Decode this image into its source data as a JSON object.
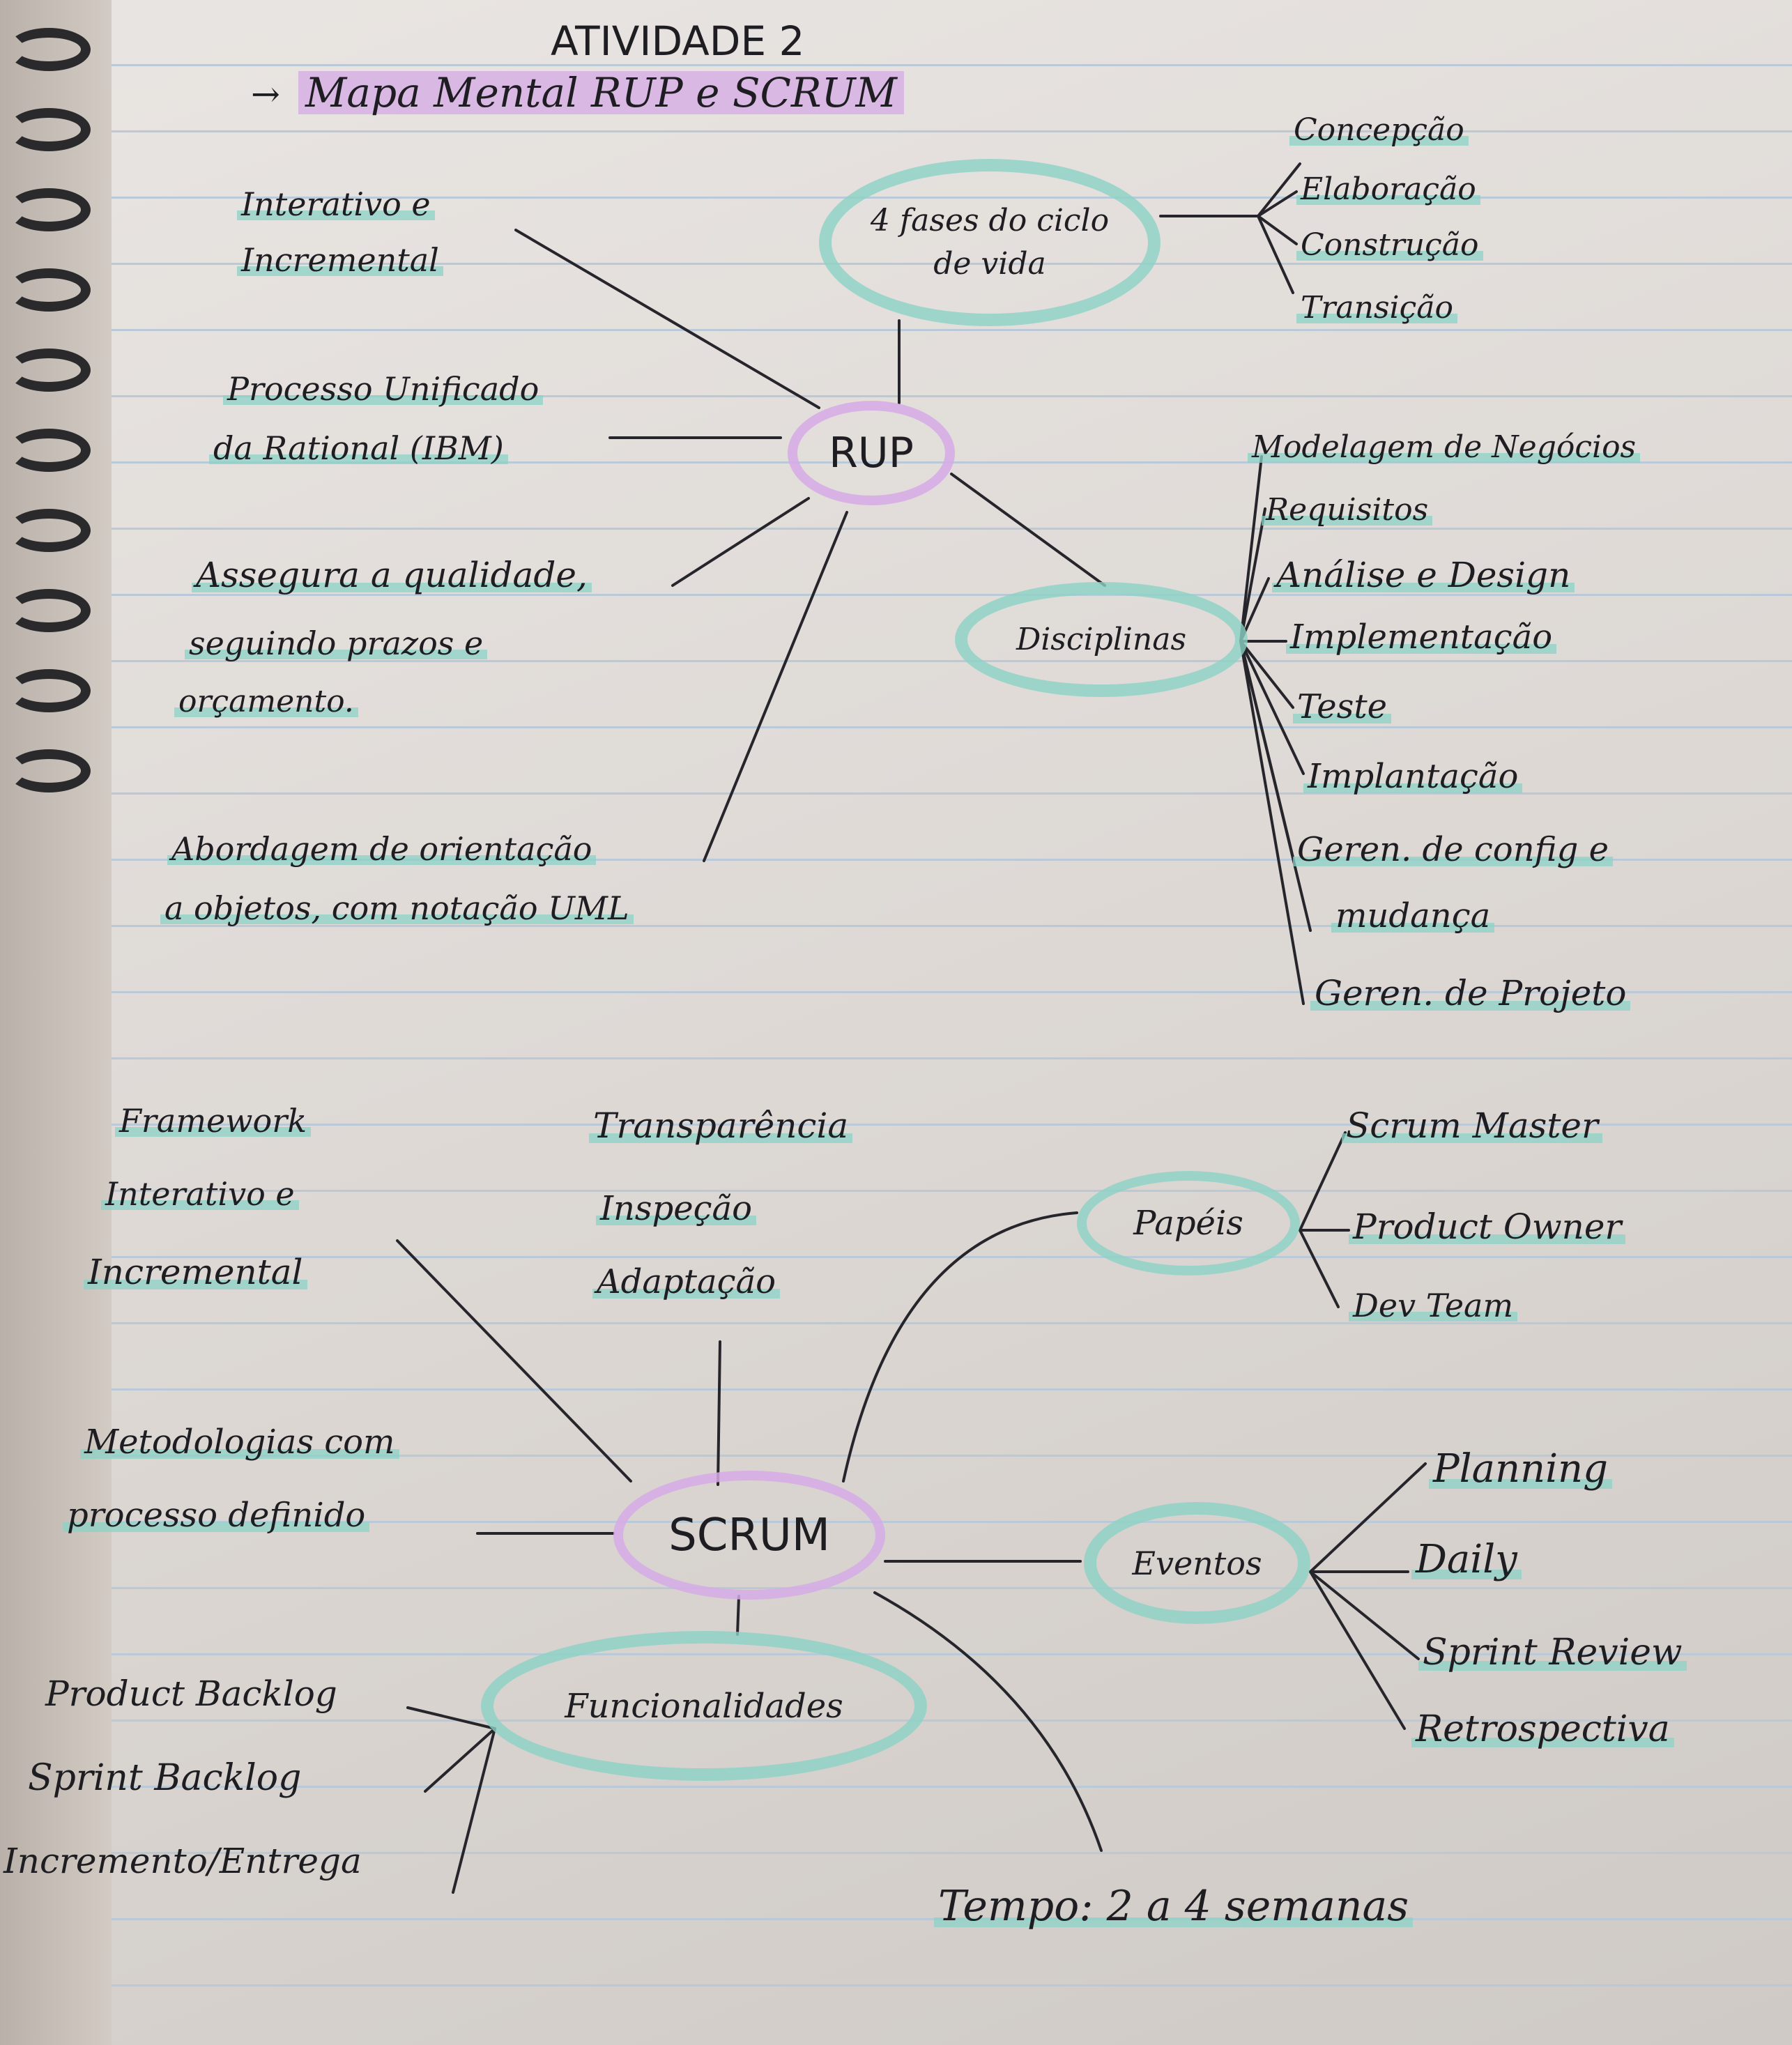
{
  "header": {
    "title": "ATIVIDADE 2",
    "subtitle_arrow": "→",
    "subtitle": "Mapa Mental RUP e SCRUM"
  },
  "rup": {
    "center": "RUP",
    "phases_node": "4 fases do ciclo de vida",
    "phases": [
      "Concepção",
      "Elaboração",
      "Construção",
      "Transição"
    ],
    "disciplines_node": "Disciplinas",
    "disciplines": [
      "Modelagem de Negócios",
      "Requisitos",
      "Análise e Design",
      "Implementação",
      "Teste",
      "Implantação",
      "Geren. de config e",
      "mudança",
      "Geren. de Projeto"
    ],
    "left": {
      "iterative_1": "Interativo e",
      "iterative_2": "Incremental",
      "unified_1": "Processo Unificado",
      "unified_2": "da Rational (IBM)",
      "quality_1": "Assegura a qualidade,",
      "quality_2": "seguindo prazos e",
      "quality_3": "orçamento.",
      "objects_1": "Abordagem de orientação",
      "objects_2": "a objetos, com notação UML"
    }
  },
  "scrum": {
    "center": "SCRUM",
    "left": {
      "framework": "Framework",
      "iterative_1": "Interativo e",
      "iterative_2": "Incremental",
      "method_1": "Metodologias com",
      "method_2": "processo definido"
    },
    "pillars": [
      "Transparência",
      "Inspeção",
      "Adaptação"
    ],
    "roles_node": "Papéis",
    "roles": [
      "Scrum Master",
      "Product Owner",
      "Dev Team"
    ],
    "events_node": "Eventos",
    "events": [
      "Planning",
      "Daily",
      "Sprint Review",
      "Retrospectiva"
    ],
    "features_node": "Funcionalidades",
    "features": [
      "Product Backlog",
      "Sprint Backlog",
      "Incremento/Entrega"
    ],
    "time": "Tempo: 2 a 4 semanas"
  },
  "colors": {
    "ink": "#1e1d22",
    "highlight_green": "#8cd2c6",
    "highlight_purple": "#d6aae6",
    "rule_lines": "#b9c9d8"
  }
}
